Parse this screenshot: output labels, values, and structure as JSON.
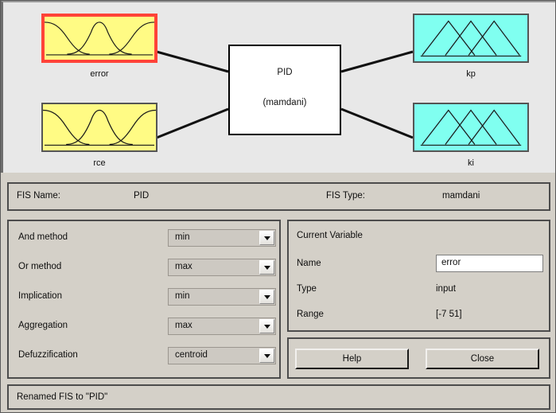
{
  "diagram": {
    "center": {
      "title": "PID",
      "subtitle": "(mamdani)"
    },
    "inputs": [
      {
        "label": "error",
        "selected": true,
        "mf_shape": "gaussian",
        "mf_count": 3
      },
      {
        "label": "rce",
        "selected": false,
        "mf_shape": "gaussian",
        "mf_count": 3
      }
    ],
    "outputs": [
      {
        "label": "kp",
        "selected": false,
        "mf_shape": "triangular",
        "mf_count": 3
      },
      {
        "label": "ki",
        "selected": false,
        "mf_shape": "triangular",
        "mf_count": 3
      }
    ]
  },
  "fis_info": {
    "name_label": "FIS Name:",
    "name_value": "PID",
    "type_label": "FIS Type:",
    "type_value": "mamdani"
  },
  "methods": [
    {
      "label": "And method",
      "value": "min"
    },
    {
      "label": "Or method",
      "value": "max"
    },
    {
      "label": "Implication",
      "value": "min"
    },
    {
      "label": "Aggregation",
      "value": "max"
    },
    {
      "label": "Defuzzification",
      "value": "centroid"
    }
  ],
  "current_variable": {
    "title": "Current Variable",
    "name_label": "Name",
    "name_value": "error",
    "type_label": "Type",
    "type_value": "input",
    "range_label": "Range",
    "range_value": "[-7 51]"
  },
  "buttons": {
    "help": "Help",
    "close": "Close"
  },
  "status": {
    "message": "Renamed FIS to \"PID\""
  },
  "colors": {
    "input_fill": "#fffb84",
    "output_fill": "#80fff0",
    "selection_border": "#ff4338",
    "panel_bg": "#d4d0c8",
    "diagram_bg": "#e8e8e8"
  }
}
